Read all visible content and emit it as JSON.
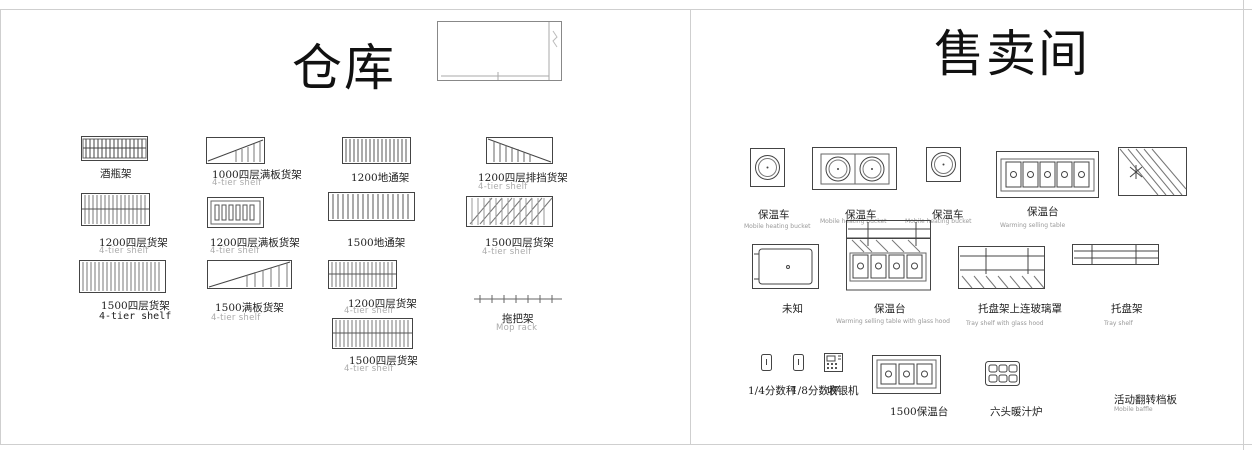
{
  "left_panel": {
    "title": "仓库",
    "items": {
      "wine_rack": {
        "label": "酒瓶架"
      },
      "full_shelf_1000": {
        "label": "1000四层满板货架",
        "sub": "4-tier shelf"
      },
      "floor_rack_1200": {
        "label": "1200地通架"
      },
      "baffle_shelf_1200": {
        "label": "1200四层排挡货架",
        "sub": "4-tier shelf"
      },
      "shelf_1200": {
        "label": "1200四层货架",
        "sub": "4-tier shelf"
      },
      "full_shelf_1200": {
        "label": "1200四层满板货架",
        "sub": "4-tier shelf"
      },
      "floor_rack_1500": {
        "label": "1500地通架"
      },
      "shelf_1500_right": {
        "label": "1500四层货架",
        "sub": "4-tier shelf"
      },
      "shelf_1500_left": {
        "label": "1500四层货架",
        "sub": "4-tier shelf"
      },
      "full_board_1500": {
        "label": "1500满板货架",
        "sub": "4-tier shelf"
      },
      "shelf_1200_mid": {
        "label": "1200四层货架",
        "sub": "4-tier shelf"
      },
      "mop_rack": {
        "label": "拖把架",
        "sub": "Mop rack"
      },
      "shelf_1500_mid": {
        "label": "1500四层货架",
        "sub": "4-tier shelf"
      }
    }
  },
  "right_panel": {
    "title": "售卖间",
    "items": {
      "warm_cart_1": {
        "label": "保温车",
        "sub": "Mobile heating bucket"
      },
      "warm_cart_2": {
        "label": "保温车",
        "sub": "Mobile heating bucket"
      },
      "warm_cart_3": {
        "label": "保温车",
        "sub": "Mobile heating bucket"
      },
      "warm_table": {
        "label": "保温台",
        "sub": "Warming selling table"
      },
      "unknown": {
        "label": "未知"
      },
      "warm_table_glass": {
        "label": "保温台",
        "sub": "Warming selling table with glass hood"
      },
      "tray_glass": {
        "label": "托盘架上连玻璃罩",
        "sub": "Tray shelf with glass hood"
      },
      "tray_shelf": {
        "label": "托盘架",
        "sub": "Tray shelf"
      },
      "quarter_scale": {
        "label": "1/4分数秤"
      },
      "eighth_scale": {
        "label": "1/8分数秤"
      },
      "cash_register": {
        "label": "收银机"
      },
      "warm_table_1500": {
        "label": "1500保温台"
      },
      "six_head_stove": {
        "label": "六头暖汁炉"
      },
      "flip_baffle": {
        "label": "活动翻转档板",
        "sub": "Mobile baffle"
      }
    }
  }
}
